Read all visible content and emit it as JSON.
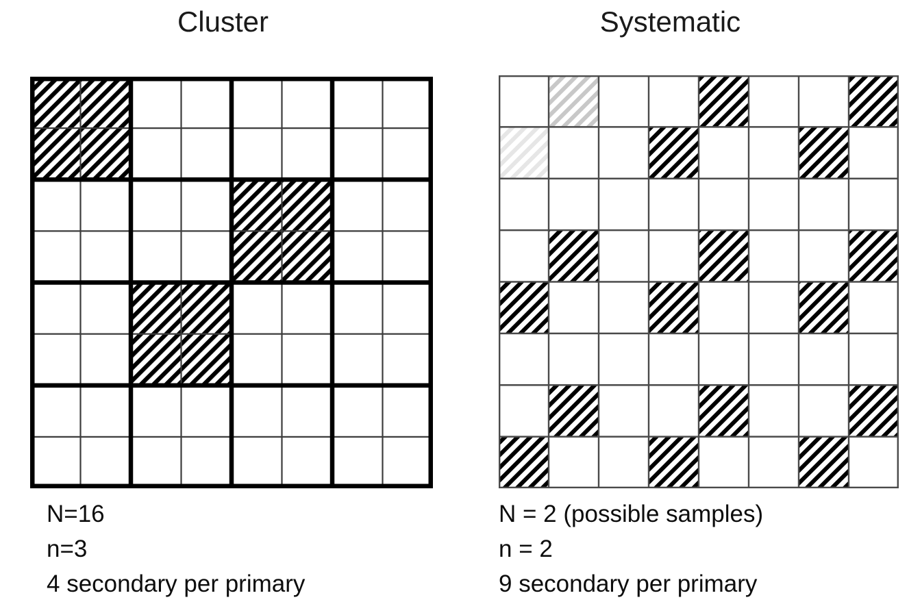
{
  "figure": {
    "background": "#ffffff",
    "ink": "#000000"
  },
  "panels": [
    {
      "id": "cluster",
      "title": "Cluster",
      "grid": {
        "rows": 8,
        "cols": 8,
        "block_rows": 4,
        "block_cols": 4,
        "thin_line_color": "#3c3c3c",
        "thick_line_color": "#000000",
        "hatch_color": "#000000",
        "hatch_direction": "backslash"
      },
      "caption": {
        "line1": "N=16",
        "line2": "n=3",
        "line3": "4 secondary per primary"
      }
    },
    {
      "id": "systematic",
      "title": "Systematic",
      "grid": {
        "rows": 8,
        "cols": 8,
        "thin_line_color": "#4a4a4a",
        "hatch_color": "#000000",
        "hatch_color_light": "#c8c8c8",
        "hatch_color_faint": "#e4e4e4",
        "hatch_direction": "backslash"
      },
      "caption": {
        "line1": "N = 2 (possible samples)",
        "line2": "n = 2",
        "line3": "9 secondary per primary"
      }
    }
  ],
  "chart_data": {
    "type": "heatmap",
    "title": "Cluster vs Systematic sampling of an 8x8 population grid",
    "panels": [
      {
        "name": "Cluster",
        "grid_rows": 8,
        "grid_cols": 8,
        "primary_units": 16,
        "primary_unit_size_rows": 2,
        "primary_unit_size_cols": 2,
        "selected_primary_blocks": [
          {
            "block_row": 0,
            "block_col": 0
          },
          {
            "block_row": 1,
            "block_col": 2
          },
          {
            "block_row": 2,
            "block_col": 1
          }
        ],
        "selected_cells": [
          [
            0,
            0
          ],
          [
            0,
            1
          ],
          [
            1,
            0
          ],
          [
            1,
            1
          ],
          [
            2,
            4
          ],
          [
            2,
            5
          ],
          [
            3,
            4
          ],
          [
            3,
            5
          ],
          [
            4,
            2
          ],
          [
            4,
            3
          ],
          [
            5,
            2
          ],
          [
            5,
            3
          ]
        ]
      },
      {
        "name": "Systematic",
        "grid_rows": 8,
        "grid_cols": 8,
        "period": 3,
        "selected_cells_dark": [
          [
            0,
            4
          ],
          [
            0,
            7
          ],
          [
            1,
            3
          ],
          [
            1,
            6
          ],
          [
            3,
            1
          ],
          [
            3,
            4
          ],
          [
            3,
            7
          ],
          [
            4,
            0
          ],
          [
            4,
            3
          ],
          [
            4,
            6
          ],
          [
            6,
            1
          ],
          [
            6,
            4
          ],
          [
            6,
            7
          ],
          [
            7,
            0
          ],
          [
            7,
            3
          ],
          [
            7,
            6
          ]
        ],
        "selected_cells_light": [
          [
            0,
            1
          ]
        ],
        "selected_cells_faint": [
          [
            1,
            0
          ]
        ]
      }
    ],
    "legend": [],
    "annotations": [
      "N=16",
      "n=3",
      "4 secondary per primary",
      "N = 2 (possible samples)",
      "n = 2",
      "9 secondary per primary"
    ]
  }
}
